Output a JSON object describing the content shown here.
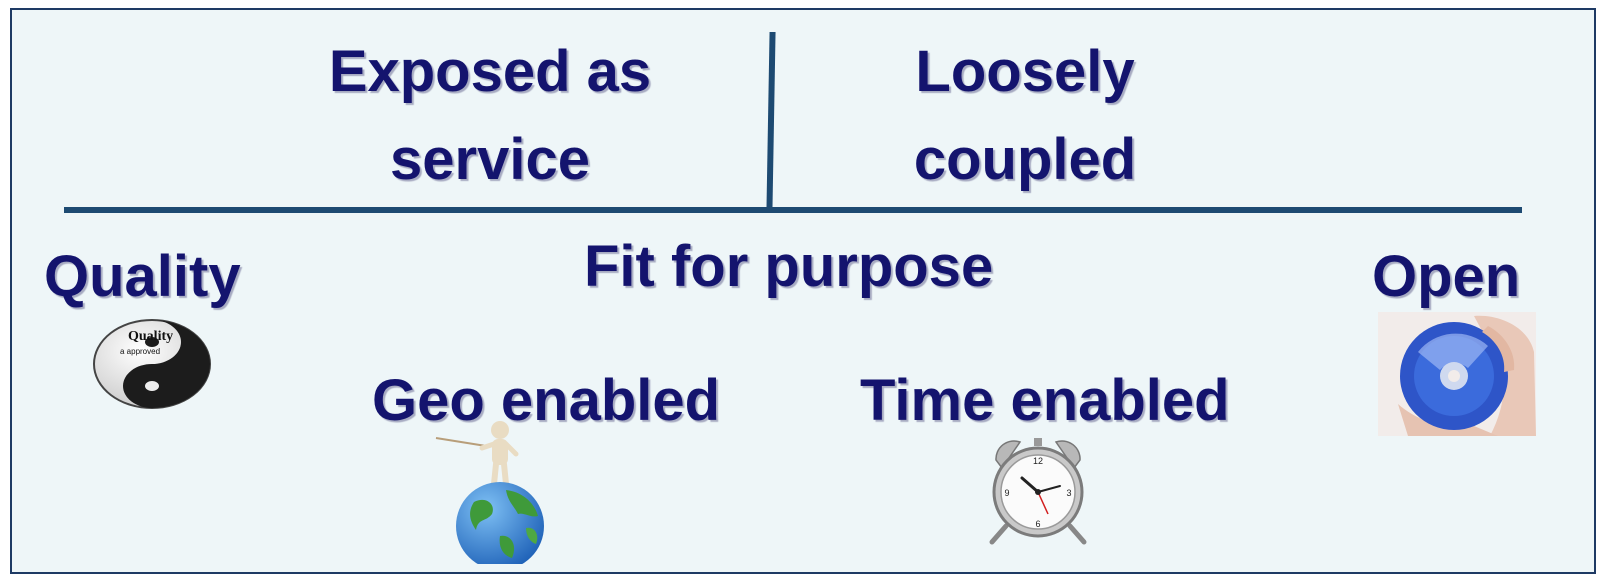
{
  "quadrants": {
    "exposed_line1": "Exposed as",
    "exposed_line2": "service",
    "loosely_line1": "Loosely",
    "loosely_line2": "coupled"
  },
  "labels": {
    "quality": "Quality",
    "fit_for_purpose": "Fit for purpose",
    "open": "Open",
    "geo_enabled": "Geo enabled",
    "time_enabled": "Time enabled"
  },
  "quality_seal": {
    "top_text": "Quality",
    "sub_text": "a approved"
  },
  "colors": {
    "text": "#14146e",
    "lines": "#1d4a72",
    "background": "#eef6f8"
  },
  "icons": {
    "quality": "yin-yang-quality-seal-icon",
    "open": "hand-holding-disc-icon",
    "geo": "figure-on-globe-icon",
    "time": "alarm-clock-icon"
  }
}
